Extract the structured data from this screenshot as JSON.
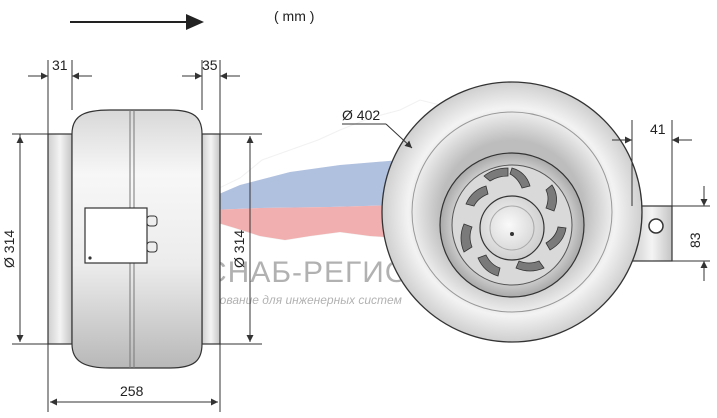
{
  "units_label": "( mm )",
  "dimensions": {
    "side_gap_left": "31",
    "side_gap_right": "35",
    "diameter_left": "Ø 314",
    "diameter_right": "Ø 314",
    "length": "258",
    "outer_diameter": "Ø 402",
    "box_width": "41",
    "box_height": "83"
  },
  "watermark": {
    "brand": "СНАБ-РЕГИОН",
    "slogan": "Оборудование для инженерных систем",
    "flag_colors": [
      "#ffffff",
      "#1f4fa8",
      "#d81e1e"
    ]
  },
  "colors": {
    "line": "#333333",
    "housing_light": "#f2f2f2",
    "housing_mid": "#c9c9c9",
    "housing_dark": "#9a9a9a"
  }
}
